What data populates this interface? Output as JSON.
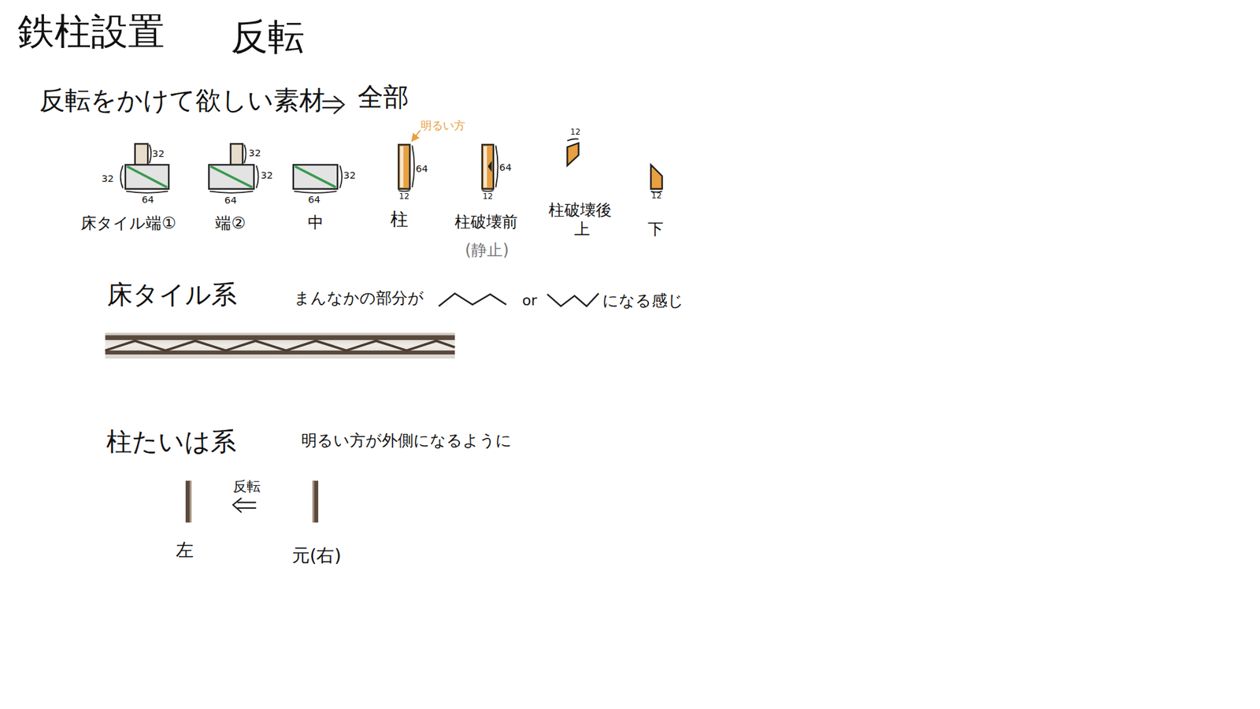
{
  "diagram": {
    "title": "鉄柱設置",
    "labels": [
      "反転",
      "反転をかけて欲しい素材",
      "全部",
      "32",
      "32",
      "64",
      "床タイル端①",
      "32",
      "32",
      "64",
      "端②",
      "32",
      "64",
      "中",
      "明るい方",
      "64",
      "12",
      "柱",
      "64",
      "12",
      "柱破壊前",
      "(静止)",
      "12",
      "柱破壊後",
      "上",
      "12",
      "下",
      "床タイル系",
      "まんなかの部分が",
      "or",
      "になる感じ",
      "柱たいは系",
      "明るい方が外側になるように",
      "反転",
      "左",
      "元(右)"
    ]
  }
}
